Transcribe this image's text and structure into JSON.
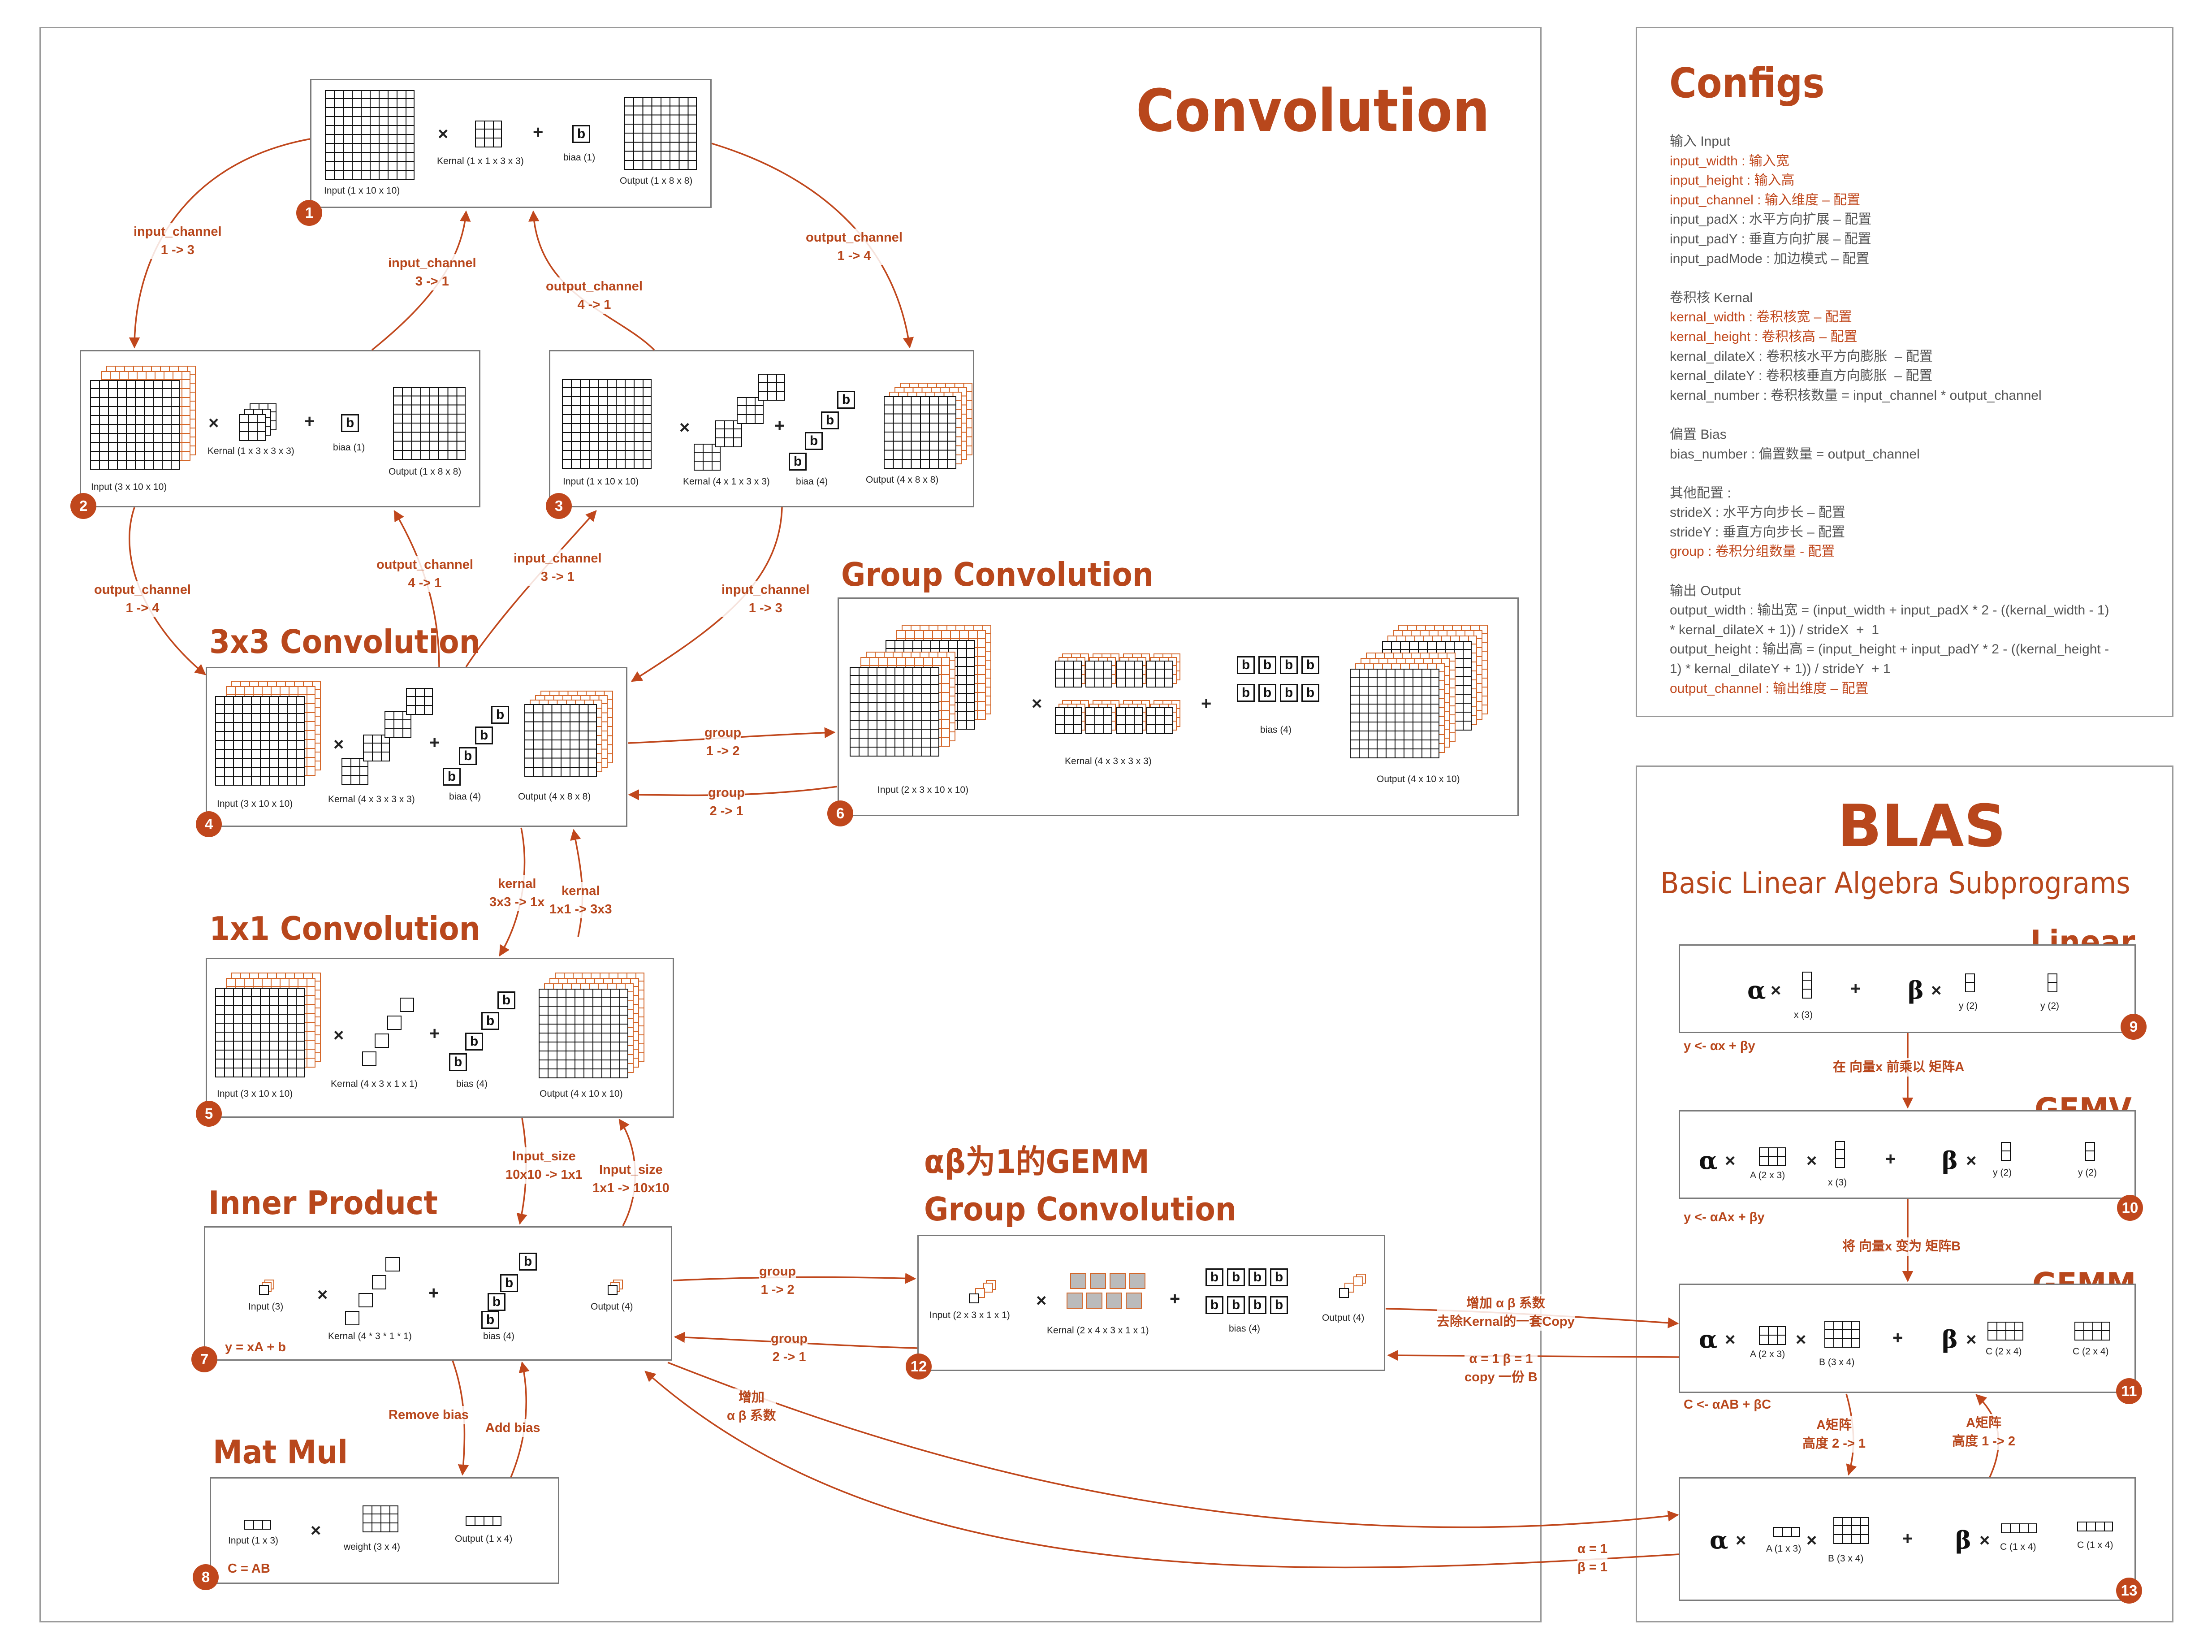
{
  "titles": {
    "convolution": "Convolution",
    "configs": "Configs",
    "blas": "BLAS",
    "blas_sub": "Basic Linear Algebra Subprograms",
    "conv3x3": "3x3 Convolution",
    "conv1x1": "1x1 Convolution",
    "group_conv": "Group Convolution",
    "inner_product": "Inner Product",
    "mat_mul": "Mat Mul",
    "gemm_group_1": "αβ为1的GEMM",
    "gemm_group_2": "Group Convolution",
    "linear": "Linear",
    "gemv": "GEMV",
    "gemm": "GEMM"
  },
  "boxes": {
    "b1": {
      "num": "1",
      "input": "Input (1 x 10 x 10)",
      "kernal": "Kernal (1 x 1 x 3 x 3)",
      "bias": "biaa (1)",
      "output": "Output (1 x 8 x 8)"
    },
    "b2": {
      "num": "2",
      "input": "Input (3 x 10 x 10)",
      "kernal": "Kernal (1 x 3 x 3 x 3)",
      "bias": "biaa (1)",
      "output": "Output (1 x 8 x 8)"
    },
    "b3": {
      "num": "3",
      "input": "Input (1 x 10 x 10)",
      "kernal": "Kernal (4 x 1 x 3 x 3)",
      "bias": "biaa (4)",
      "output": "Output (4 x 8 x 8)"
    },
    "b4": {
      "num": "4",
      "input": "Input (3 x 10 x 10)",
      "kernal": "Kernal (4 x 3 x 3 x 3)",
      "bias": "biaa (4)",
      "output": "Output (4 x 8 x 8)"
    },
    "b5": {
      "num": "5",
      "input": "Input (3 x 10 x 10)",
      "kernal": "Kernal (4 x 3 x 1 x 1)",
      "bias": "bias (4)",
      "output": "Output (4 x 10 x 10)"
    },
    "b6": {
      "num": "6",
      "input": "Input (2 x 3 x 10 x 10)",
      "kernal": "Kernal (4 x 3 x 3 x 3)",
      "bias": "bias (4)",
      "output": "Output (4 x 10 x 10)"
    },
    "b7": {
      "num": "7",
      "input": "Input (3)",
      "kernal": "Kernal (4 * 3 * 1 * 1)",
      "bias": "bias (4)",
      "output": "Output (4)",
      "eq": "y = xA + b"
    },
    "b8": {
      "num": "8",
      "input": "Input (1 x 3)",
      "weight": "weight (3 x 4)",
      "output": "Output (1 x 4)",
      "eq": "C = AB"
    },
    "b12": {
      "num": "12",
      "input": "Input (2 x 3 x 1 x 1)",
      "kernal": "Kernal (2 x 4 x 3 x 1 x 1)",
      "bias": "bias (4)",
      "output": "Output (4)"
    },
    "b9": {
      "num": "9",
      "x": "x (3)",
      "y1": "y (2)",
      "y2": "y (2)",
      "eq": "y <- αx + βy"
    },
    "b10": {
      "num": "10",
      "a": "A (2 x 3)",
      "x": "x (3)",
      "y1": "y (2)",
      "y2": "y (2)",
      "eq": "y <- αAx + βy"
    },
    "b11": {
      "num": "11",
      "a": "A (2 x 3)",
      "b": "B (3 x 4)",
      "c1": "C (2 x 4)",
      "c2": "C (2 x 4)",
      "eq": "C <- αAB + βC"
    },
    "b13": {
      "num": "13",
      "a": "A (1 x 3)",
      "b": "B (3 x 4)",
      "c1": "C (1 x 4)",
      "c2": "C (1 x 4)"
    }
  },
  "symbols": {
    "times": "×",
    "plus": "+",
    "alpha": "α",
    "beta": "β",
    "b": "b"
  },
  "arrows": {
    "a1_2": "input_channel\n1 -> 3",
    "a2_1": "input_channel\n3 -> 1",
    "a3_1": "output_channel\n4 -> 1",
    "a1_3": "output_channel\n1 -> 4",
    "a2_4": "output_channel\n1 -> 4",
    "a4_2": "output_channel\n4 -> 1",
    "a4_3": "input_channel\n3 -> 1",
    "a3_4": "input_channel\n1 -> 3",
    "a4_6": "group\n1 -> 2",
    "a6_4": "group\n2 -> 1",
    "a4_5": "kernal\n3x3 -> 1x",
    "a5_4": "kernal\n1x1 -> 3x3",
    "a5_7": "Input_size\n10x10 -> 1x1",
    "a7_5": "Input_size\n1x1 -> 10x10",
    "a7_8": "Remove  bias",
    "a8_7": "Add  bias",
    "a7_12": "group\n1 -> 2",
    "a12_7": "group\n2 -> 1",
    "a7_13": "增加\nα β 系数",
    "a12_11": "增加 α β 系数\n去除Kernal的一套Copy",
    "a11_12": "α = 1 β = 1\ncopy 一份 B",
    "a9_10": "在 向量x 前乘以 矩阵A",
    "a10_11": "将 向量x 变为 矩阵B",
    "a11_13": "A矩阵\n高度 2 -> 1",
    "a13_11": "A矩阵\n高度 1 -> 2",
    "a13_7": "α = 1\nβ = 1"
  },
  "configs": [
    {
      "text": "输入 Input",
      "hl": false
    },
    {
      "text": "input_width : 输入宽",
      "hl": true
    },
    {
      "text": "input_height : 输入高",
      "hl": true
    },
    {
      "text": "input_channel : 输入维度 – 配置",
      "hl": true
    },
    {
      "text": "input_padX : 水平方向扩展 – 配置",
      "hl": false
    },
    {
      "text": "input_padY : 垂直方向扩展 – 配置",
      "hl": false
    },
    {
      "text": "input_padMode : 加边模式 – 配置",
      "hl": false
    },
    {
      "text": "",
      "hl": false
    },
    {
      "text": "卷积核 Kernal",
      "hl": false
    },
    {
      "text": "kernal_width : 卷积核宽 – 配置",
      "hl": true
    },
    {
      "text": "kernal_height : 卷积核高 – 配置",
      "hl": true
    },
    {
      "text": "kernal_dilateX : 卷积核水平方向膨胀  – 配置",
      "hl": false
    },
    {
      "text": "kernal_dilateY : 卷积核垂直方向膨胀  – 配置",
      "hl": false
    },
    {
      "text": "kernal_number : 卷积核数量 = input_channel * output_channel",
      "hl": false
    },
    {
      "text": "",
      "hl": false
    },
    {
      "text": "偏置 Bias",
      "hl": false
    },
    {
      "text": "bias_number : 偏置数量 = output_channel",
      "hl": false
    },
    {
      "text": "",
      "hl": false
    },
    {
      "text": "其他配置 :",
      "hl": false
    },
    {
      "text": "strideX : 水平方向步长 – 配置",
      "hl": false
    },
    {
      "text": "strideY : 垂直方向步长 – 配置",
      "hl": false
    },
    {
      "text": "group : 卷积分组数量 - 配置",
      "hl": true
    },
    {
      "text": "",
      "hl": false
    },
    {
      "text": "输出 Output",
      "hl": false
    },
    {
      "text": "output_width : 输出宽 = (input_width + input_padX * 2 - ((kernal_width - 1)",
      "hl": false
    },
    {
      "text": "* kernal_dilateX + 1)) / strideX  +  1",
      "hl": false
    },
    {
      "text": "output_height : 输出高 = (input_height + input_padY * 2 - ((kernal_height -",
      "hl": false
    },
    {
      "text": "1) * kernal_dilateY + 1)) / strideY  + 1",
      "hl": false
    },
    {
      "text": "output_channel : 输出维度 – 配置",
      "hl": true
    }
  ],
  "colors": {
    "accent": "#c0471c",
    "panel_border": "#9a9a9a",
    "box_border": "#7a7a7a"
  }
}
